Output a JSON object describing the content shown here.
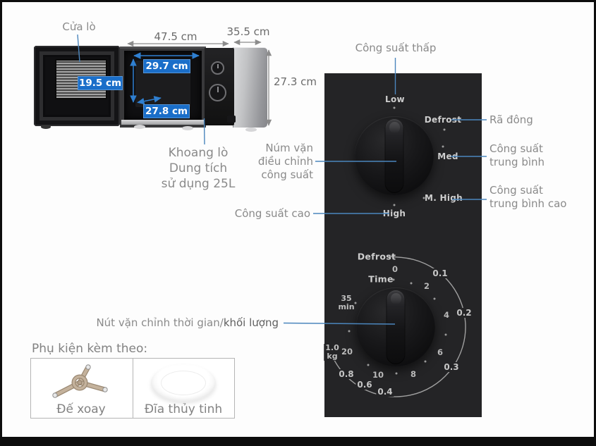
{
  "colors": {
    "callout_blue": "#4b86bd",
    "arrow_blue": "#2f7fd0",
    "chip_blue": "#1a6ec9",
    "label_gray": "#8a8a8a",
    "panel_bg": "#242426",
    "panel_text": "#cdcdcd",
    "frame_black": "#0d0d0d"
  },
  "oven": {
    "door_label": "Cửa lò",
    "width_label": "47.5 cm",
    "depth_label": "35.5 cm",
    "height_label": "27.3 cm",
    "cavity_width": "29.7 cm",
    "cavity_height": "19.5 cm",
    "cavity_depth": "27.8 cm",
    "cavity_caption_lines": [
      "Khoang lò",
      "Dung tích",
      "sử dụng 25L"
    ]
  },
  "power_dial": {
    "caption_top": "Công suất thấp",
    "caption_high": "Công suất cao",
    "knob_caption_lines": [
      "Núm vặn",
      "điều chỉnh",
      "công suất"
    ],
    "marks": {
      "low": "Low",
      "defrost": "Defrost",
      "med": "Med",
      "mhigh": "M. High",
      "high": "High"
    },
    "right_labels": {
      "defrost": "Rã đông",
      "med_lines": [
        "Công suất",
        "trung bình"
      ],
      "mhigh_lines": [
        "Công suất",
        "trung bình cao"
      ]
    }
  },
  "timer_dial": {
    "caption_part1": "Nút vặn chỉnh thời gian/",
    "caption_part2": "khối lượng",
    "defrost_label": "Defrost",
    "time_label": "Time",
    "time_marks": [
      "0",
      "2",
      "4",
      "6",
      "8",
      "10",
      "20"
    ],
    "time_35_lines": [
      "35",
      "min"
    ],
    "kg_scale": [
      "0.1",
      "0.2",
      "0.3",
      "0.4",
      "0.6",
      "0.8"
    ],
    "kg_unit_lines": [
      "1.0",
      "kg"
    ]
  },
  "accessories": {
    "title": "Phụ kiện kèm theo:",
    "items": [
      {
        "name": "Đế xoay"
      },
      {
        "name": "Đĩa thủy tinh"
      }
    ]
  }
}
